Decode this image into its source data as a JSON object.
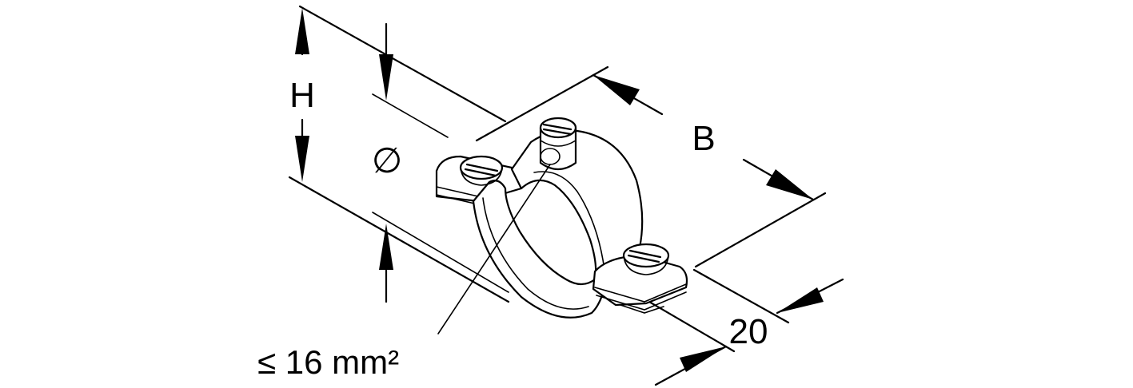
{
  "labels": {
    "height": "H",
    "diameter": "∅",
    "width": "B",
    "band_width": "20",
    "cross_section": "≤ 16 mm²"
  },
  "colors": {
    "line": "#000000",
    "background": "#ffffff"
  }
}
